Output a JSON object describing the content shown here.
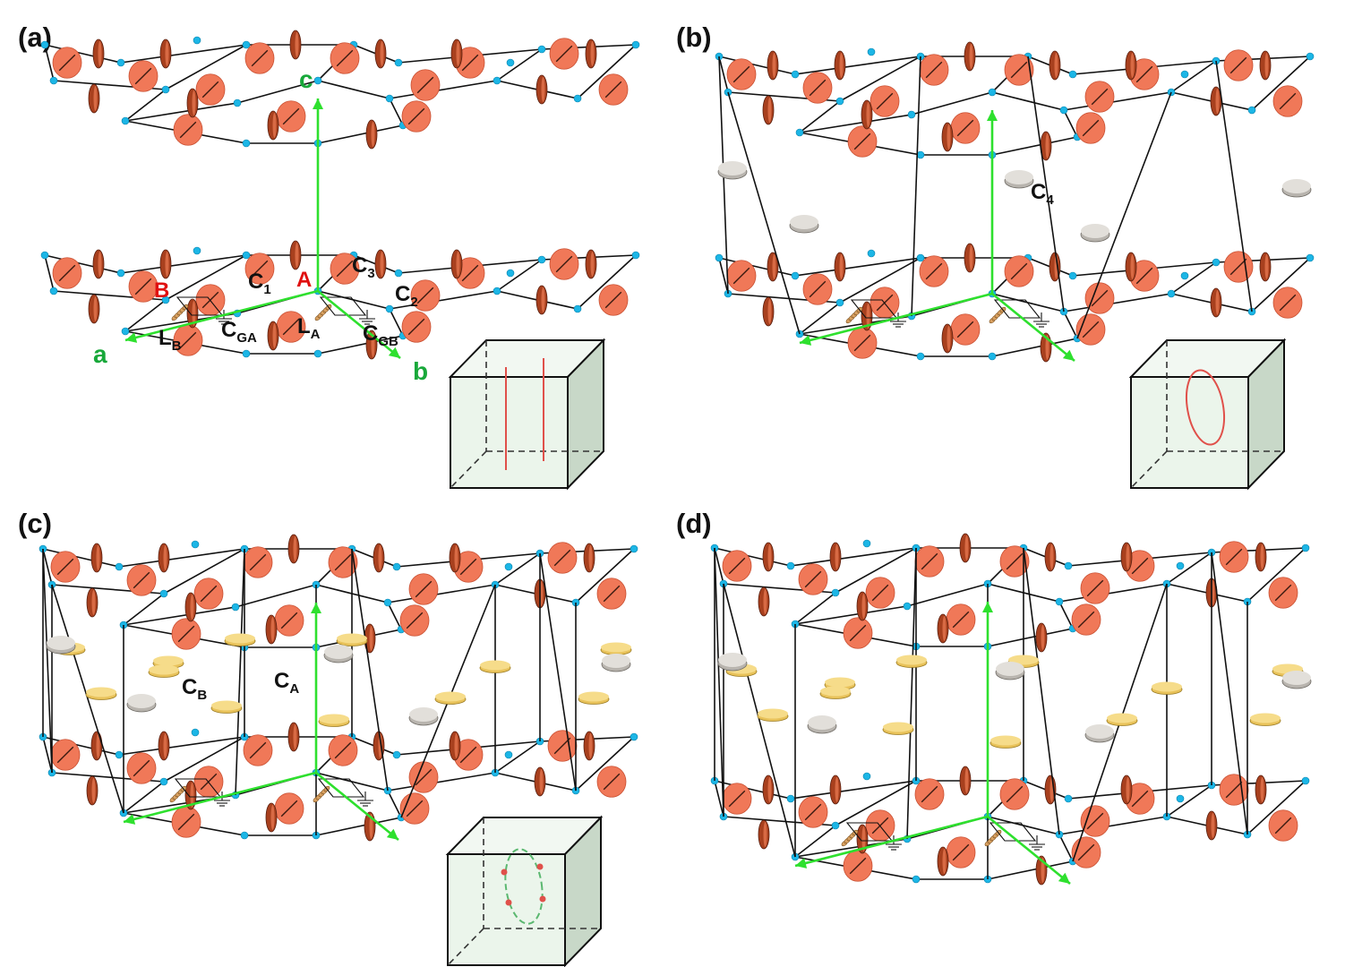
{
  "panels": [
    {
      "id": "a",
      "label": "(a)",
      "lattice_labels": {
        "site_a": "A",
        "site_b": "B",
        "c1_main": "C",
        "c1_sub": "1",
        "c2_main": "C",
        "c2_sub": "2",
        "c3_main": "C",
        "c3_sub": "3",
        "la_main": "L",
        "la_sub": "A",
        "lb_main": "L",
        "lb_sub": "B",
        "cga_main": "C",
        "cga_sub": "GA",
        "cgb_main": "C",
        "cgb_sub": "GB",
        "axis_a": "a",
        "axis_b": "b",
        "axis_c": "c"
      },
      "inset": "two vertical nodal lines"
    },
    {
      "id": "b",
      "label": "(b)",
      "lattice_labels": {
        "c4_main": "C",
        "c4_sub": "4"
      },
      "inset": "nodal ring"
    },
    {
      "id": "c",
      "label": "(c)",
      "lattice_labels": {
        "cb_main": "C",
        "cb_sub": "B",
        "ca_main": "C",
        "ca_sub": "A"
      },
      "inset": "nodal ring with four points"
    },
    {
      "id": "d",
      "label": "(d)",
      "lattice_labels": {},
      "inset": "none"
    }
  ],
  "colors": {
    "node": "#1cb6e6",
    "axis": "#2ee02e",
    "capacitor_big": "#f07858",
    "capacitor_thin": "#a8401e",
    "capacitor_gold": "#e8c25a",
    "capacitor_grey": "#b8b4ae",
    "site_label": "#e01010",
    "axis_label": "#18a83a",
    "nodal_line": "#e0504a",
    "nodal_ring_dashed": "#5bb870"
  }
}
